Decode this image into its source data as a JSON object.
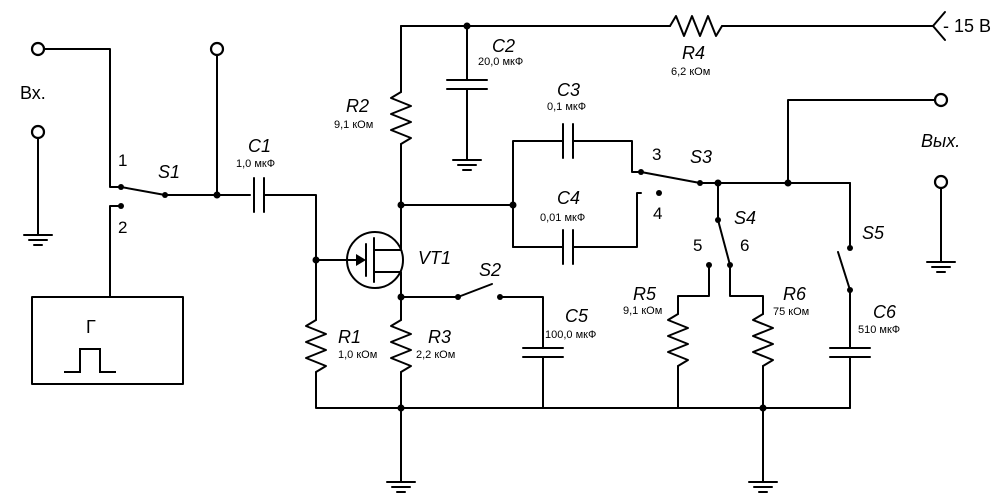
{
  "supply": "- 15 В",
  "terminals": {
    "input": "Вх.",
    "output": "Вых."
  },
  "generator": "Г",
  "transistor": "VT1",
  "resistors": {
    "R1": {
      "name": "R1",
      "value": "1,0 кОм"
    },
    "R2": {
      "name": "R2",
      "value": "9,1 кОм"
    },
    "R3": {
      "name": "R3",
      "value": "2,2 кОм"
    },
    "R4": {
      "name": "R4",
      "value": "6,2 кОм"
    },
    "R5": {
      "name": "R5",
      "value": "9,1 кОм"
    },
    "R6": {
      "name": "R6",
      "value": "75 кОм"
    }
  },
  "capacitors": {
    "C1": {
      "name": "C1",
      "value": "1,0 мкФ"
    },
    "C2": {
      "name": "C2",
      "value": "20,0 мкФ"
    },
    "C3": {
      "name": "C3",
      "value": "0,1 мкФ"
    },
    "C4": {
      "name": "C4",
      "value": "0,01 мкФ"
    },
    "C5": {
      "name": "C5",
      "value": "100,0 мкФ"
    },
    "C6": {
      "name": "C6",
      "value": "510 мкФ"
    }
  },
  "switches": {
    "S1": "S1",
    "S2": "S2",
    "S3": "S3",
    "S4": "S4",
    "S5": "S5"
  },
  "positions": {
    "p1": "1",
    "p2": "2",
    "p3": "3",
    "p4": "4",
    "p5": "5",
    "p6": "6"
  }
}
